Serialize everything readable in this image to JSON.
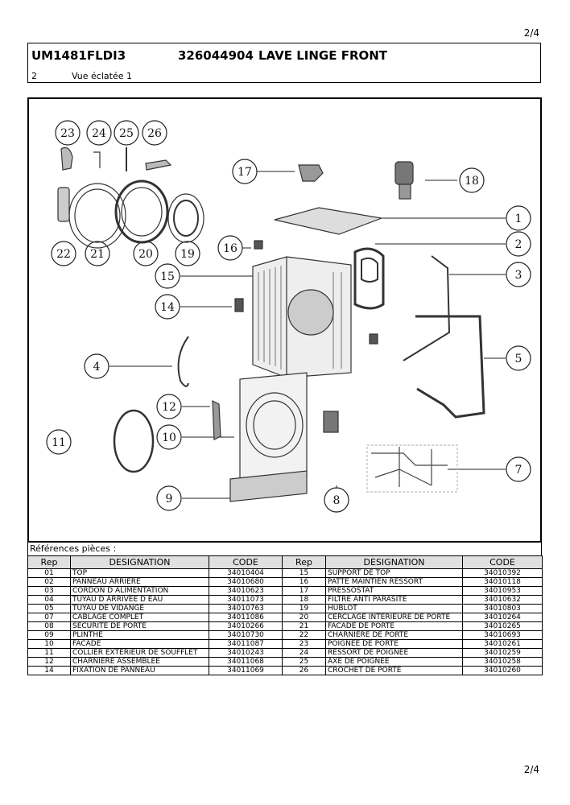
{
  "page": {
    "number": "2/4"
  },
  "header": {
    "model": "UM1481FLDI3",
    "code": "326044904",
    "product": "LAVE LINGE FRONT",
    "section_number": "2",
    "section_title": "Vue éclatée 1"
  },
  "diagram": {
    "callouts": [
      "1",
      "2",
      "3",
      "4",
      "5",
      "7",
      "8",
      "9",
      "10",
      "11",
      "12",
      "14",
      "15",
      "16",
      "17",
      "18",
      "19",
      "20",
      "21",
      "22",
      "23",
      "24",
      "25",
      "26"
    ]
  },
  "references": {
    "title": "Références pièces  :",
    "headers": [
      "Rep",
      "DESIGNATION",
      "CODE",
      "Rep",
      "DESIGNATION",
      "CODE"
    ],
    "rows": [
      [
        "01",
        "TOP",
        "34010404",
        "15",
        "SUPPORT DE TOP",
        "34010392"
      ],
      [
        "02",
        "PANNEAU ARRIERE",
        "34010680",
        "16",
        "PATTE MAINTIEN RESSORT",
        "34010118"
      ],
      [
        "03",
        "CORDON D ALIMENTATION",
        "34010623",
        "17",
        "PRESSOSTAT",
        "34010953"
      ],
      [
        "04",
        "TUYAU D ARRIVEE D EAU",
        "34011073",
        "18",
        "FILTRE ANTI PARASITE",
        "34010632"
      ],
      [
        "05",
        "TUYAU DE VIDANGE",
        "34010763",
        "19",
        "HUBLOT",
        "34010803"
      ],
      [
        "07",
        "CABLAGE COMPLET",
        "34011086",
        "20",
        "CERCLAGE INTERIEURE DE PORTE",
        "34010264"
      ],
      [
        "08",
        "SECURITE DE PORTE",
        "34010266",
        "21",
        "FACADE DE PORTE",
        "34010265"
      ],
      [
        "09",
        "PLINTHE",
        "34010730",
        "22",
        "CHARNIERE DE PORTE",
        "34010693"
      ],
      [
        "10",
        "FACADE",
        "34011087",
        "23",
        "POIGNEE DE PORTE",
        "34010261"
      ],
      [
        "11",
        "COLLIER EXTERIEUR DE SOUFFLET",
        "34010243",
        "24",
        "RESSORT DE POIGNEE",
        "34010259"
      ],
      [
        "12",
        "CHARNIERE ASSEMBLEE",
        "34011068",
        "25",
        "AXE DE POIGNEE",
        "34010258"
      ],
      [
        "14",
        "FIXATION DE PANNEAU",
        "34011069",
        "26",
        "CROCHET DE PORTE",
        "34010260"
      ]
    ]
  }
}
